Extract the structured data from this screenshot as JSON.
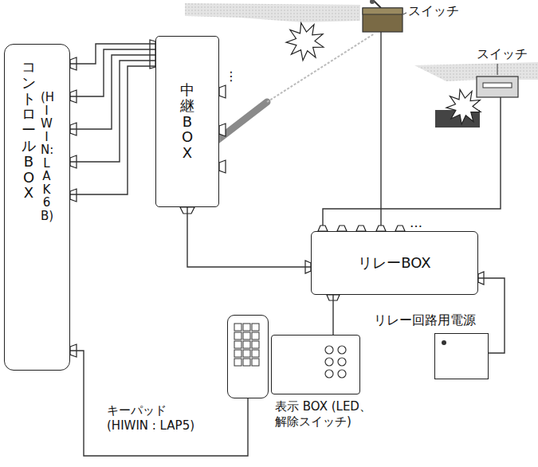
{
  "diagram": {
    "nodes": [
      {
        "text": [
          "コントロール BOX",
          "(HIWIN:LAK6B)"
        ]
      },
      {
        "text": [
          "中継 BOX"
        ]
      },
      {
        "text": [
          "リレーBOX"
        ]
      },
      {
        "text": [
          "リレー回路用電源"
        ]
      },
      {
        "text": [
          "表示 BOX (LED、解除スイッチ)"
        ]
      },
      {
        "text": [
          "キーパッド (HIWIN : LAP5)"
        ]
      }
    ],
    "edges": [
      {
        "from": 0,
        "to": 1,
        "arrow": "none"
      },
      {
        "from": 1,
        "to": 2,
        "arrow": "none"
      },
      {
        "from": 2,
        "to": 3,
        "arrow": "none"
      },
      {
        "from": 2,
        "to": 4,
        "arrow": "none"
      },
      {
        "from": 0,
        "to": 5,
        "arrow": "none"
      }
    ],
    "labels": [
      "スイッチ",
      "スイッチ",
      "…",
      "⋮"
    ]
  }
}
